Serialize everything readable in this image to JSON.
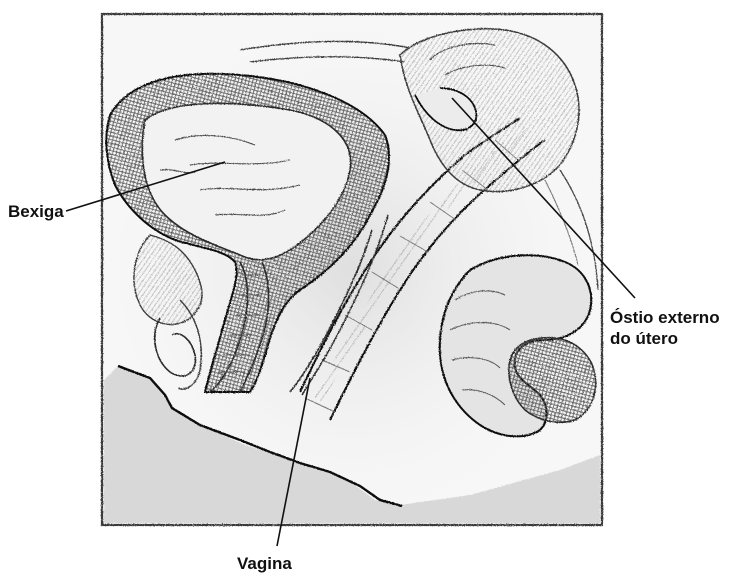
{
  "labels": {
    "bexiga": "Bexiga",
    "ostio_line1": "Óstio externo",
    "ostio_line2": "do útero",
    "vagina": "Vagina"
  },
  "colors": {
    "ink": "#111111",
    "pencil": "#3a3a3a",
    "shade": "#9a9a9a",
    "paper": "#ffffff"
  }
}
